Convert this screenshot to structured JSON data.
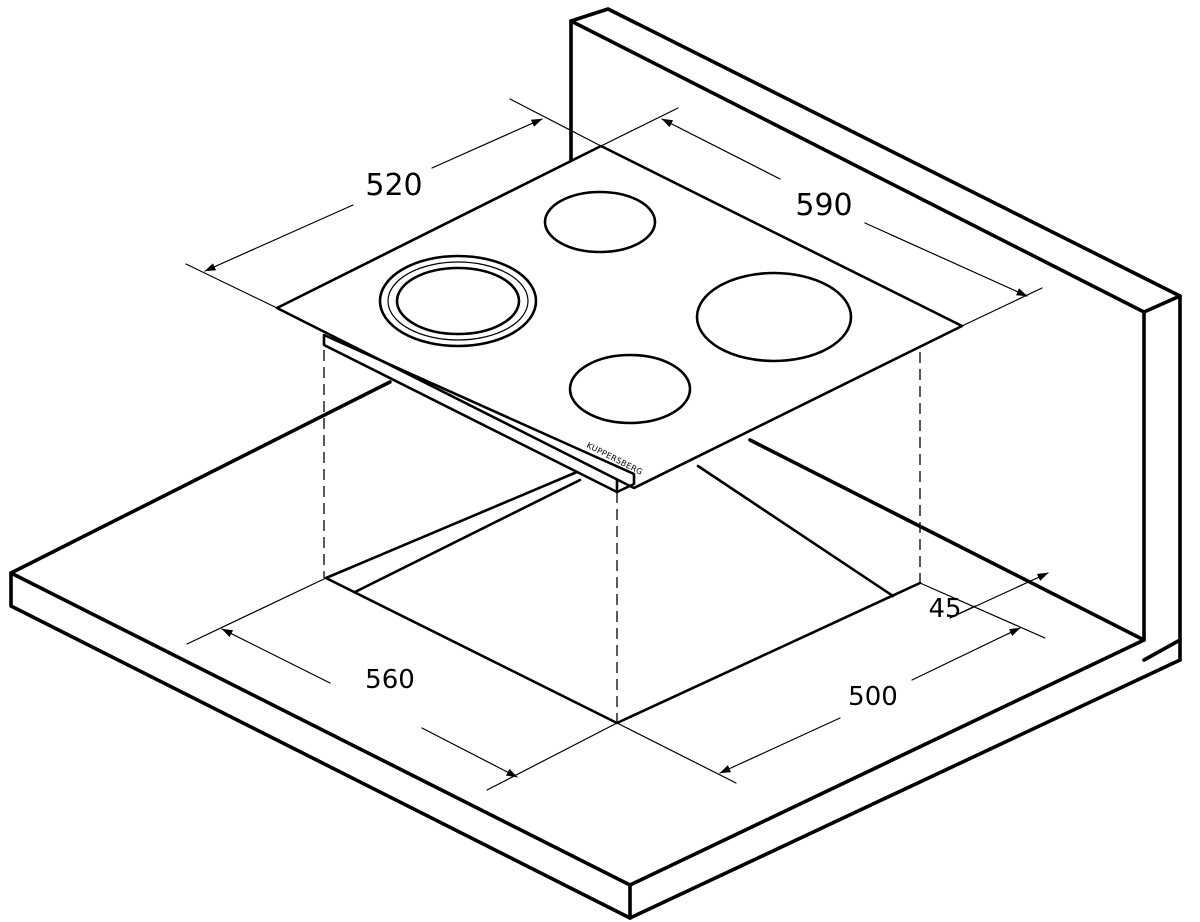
{
  "dimensions": {
    "hob_depth": "520",
    "hob_width": "590",
    "cutout_width": "560",
    "cutout_depth": "500",
    "distance_to_wall": "45"
  },
  "brand": "KUPPERSBERG"
}
